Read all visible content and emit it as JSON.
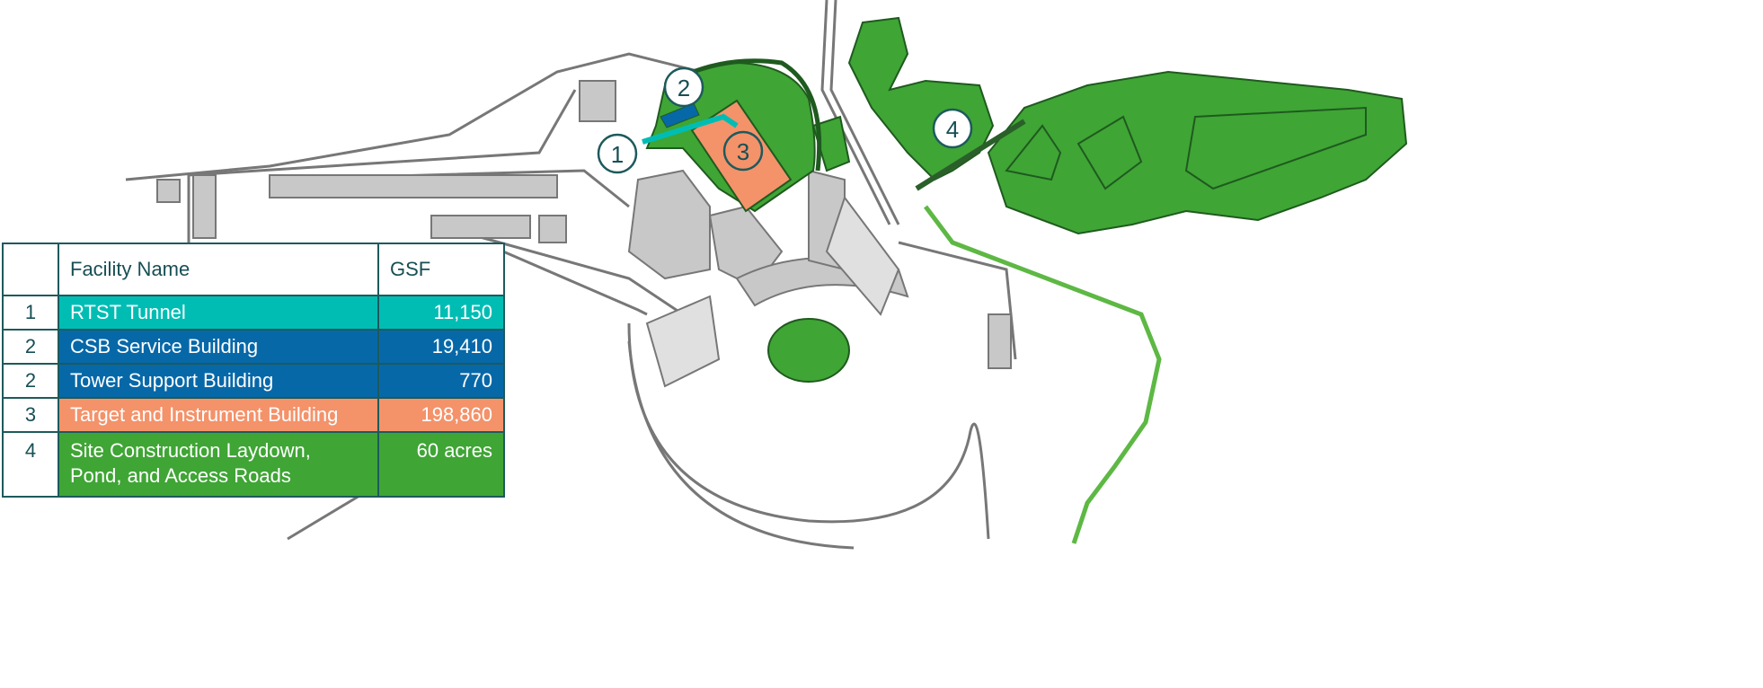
{
  "colors": {
    "tunnel": "#00BDB4",
    "service": "#0768A8",
    "target": "#F4926A",
    "site": "#3FA535",
    "border": "#1D5A5C"
  },
  "markers": [
    "1",
    "2",
    "3",
    "4"
  ],
  "table": {
    "headers": {
      "num": "",
      "name": "Facility Name",
      "gsf": "GSF"
    },
    "rows": [
      {
        "num": "1",
        "name": "RTST Tunnel",
        "gsf": "11,150"
      },
      {
        "num": "2",
        "name": "CSB Service Building",
        "gsf": "19,410"
      },
      {
        "num": "2",
        "name": "Tower Support Building",
        "gsf": "770"
      },
      {
        "num": "3",
        "name": "Target and Instrument Building",
        "gsf": "198,860"
      },
      {
        "num": "4",
        "name": "Site Construction Laydown, Pond, and Access Roads",
        "gsf": "60 acres"
      }
    ]
  }
}
